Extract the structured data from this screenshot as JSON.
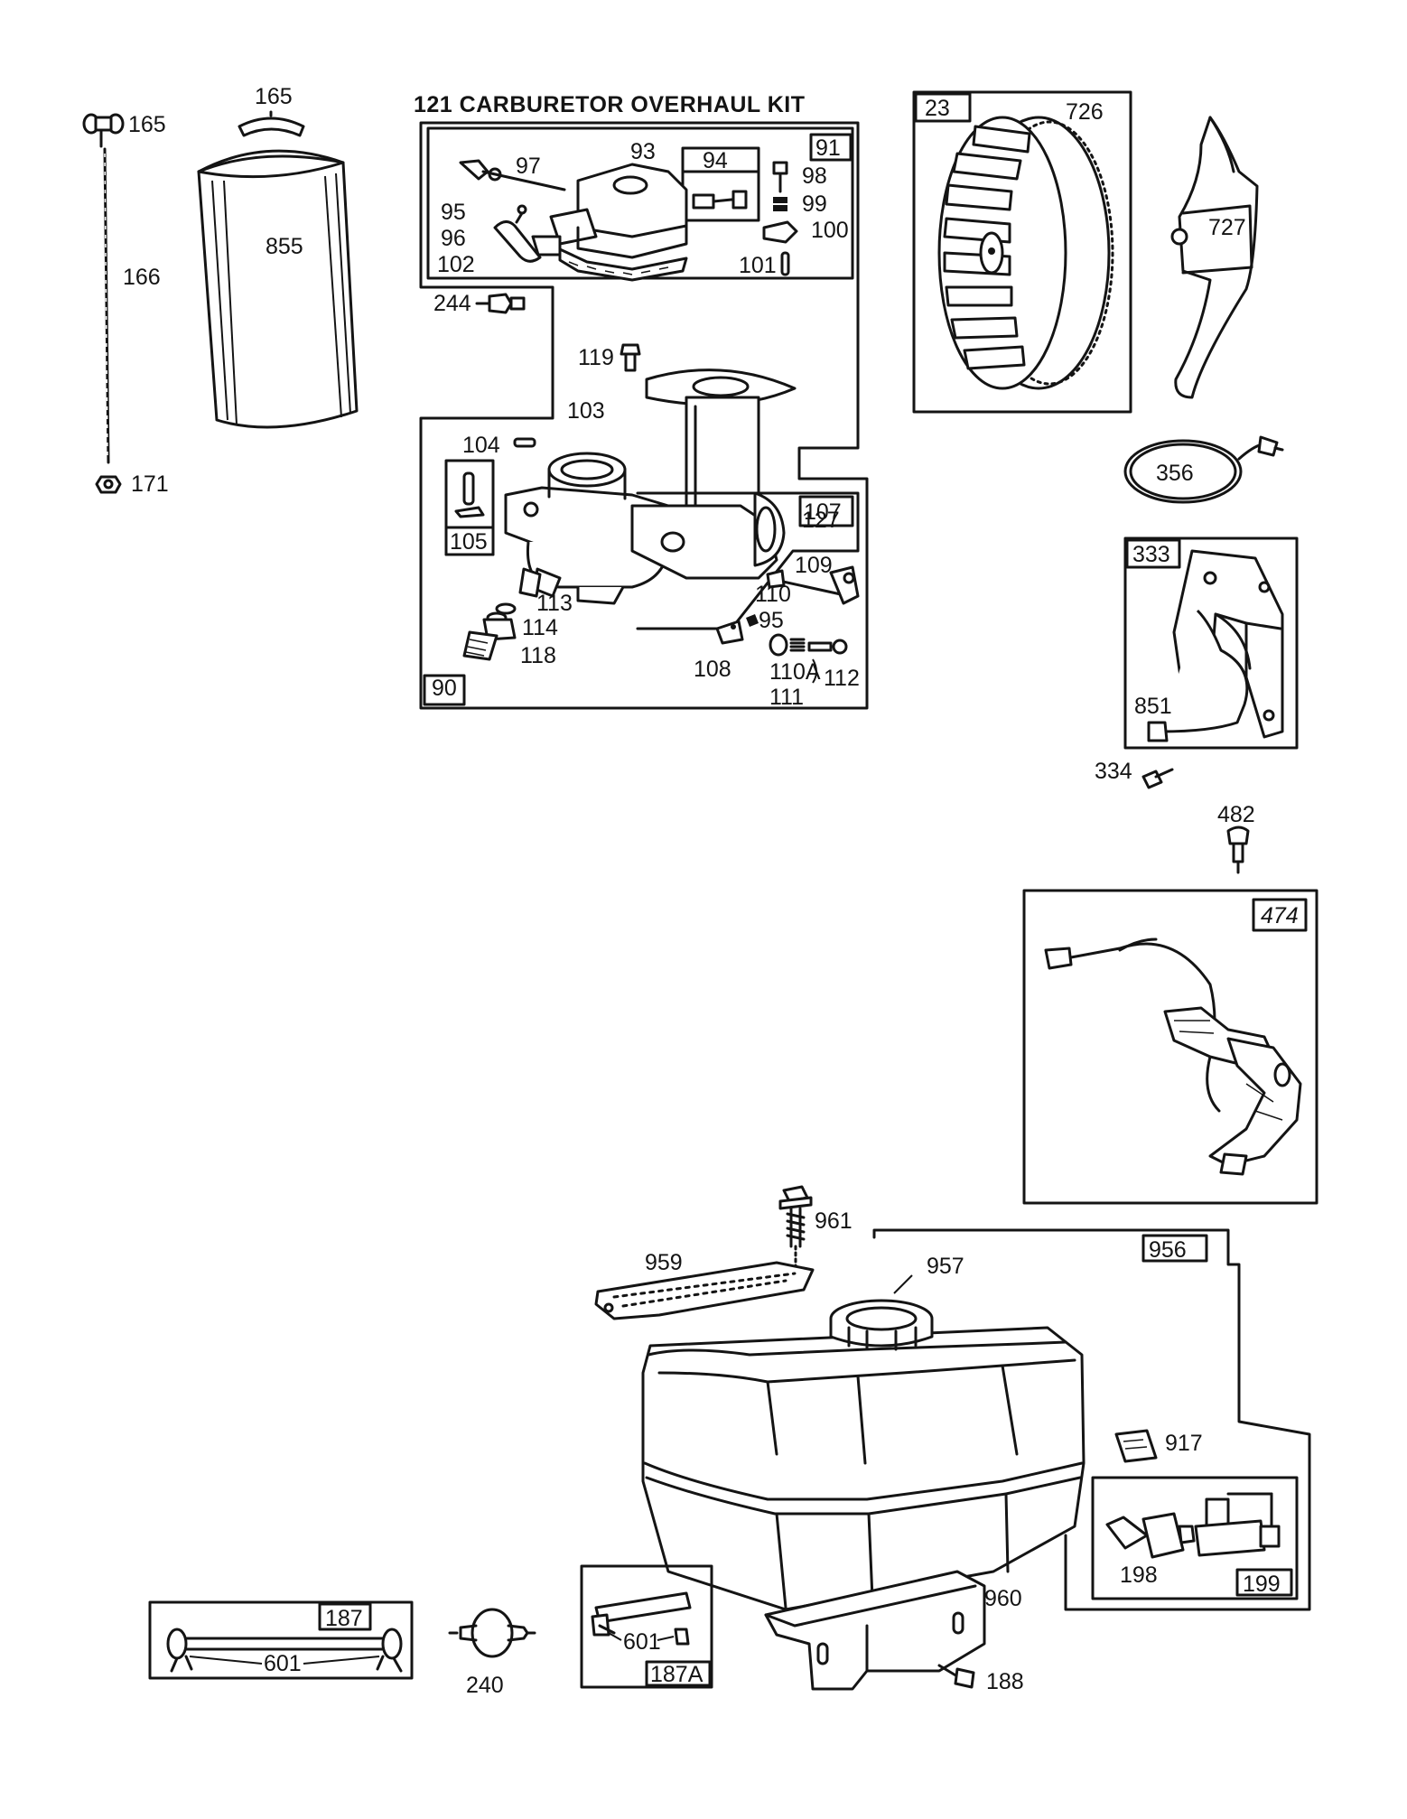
{
  "kit_title": "121 CARBURETOR OVERHAUL KIT",
  "box_labels": {
    "b91": "91",
    "b94": "94",
    "b23": "23",
    "b107": "107",
    "b105": "105",
    "b90": "90",
    "b333": "333",
    "b474": "474",
    "b956": "956",
    "b187": "187",
    "b187A": "187A",
    "b199": "199"
  },
  "part_labels": {
    "p165a": "165",
    "p165b": "165",
    "p166": "166",
    "p171": "171",
    "p855": "855",
    "p97": "97",
    "p93": "93",
    "p98": "98",
    "p99": "99",
    "p100": "100",
    "p101": "101",
    "p95a": "95",
    "p96": "96",
    "p102": "102",
    "p244": "244",
    "p119": "119",
    "p103": "103",
    "p104": "104",
    "p127": "127",
    "p109": "109",
    "p110": "110",
    "p95b": "95",
    "p113": "113",
    "p114": "114",
    "p118": "118",
    "p108": "108",
    "p110A": "110A",
    "p112": "112",
    "p111": "111",
    "p726": "726",
    "p727": "727",
    "p356": "356",
    "p851": "851",
    "p334": "334",
    "p482": "482",
    "p961": "961",
    "p959": "959",
    "p957": "957",
    "p917": "917",
    "p198": "198",
    "p960": "960",
    "p601a": "601",
    "p601b": "601",
    "p240": "240",
    "p188": "188"
  }
}
